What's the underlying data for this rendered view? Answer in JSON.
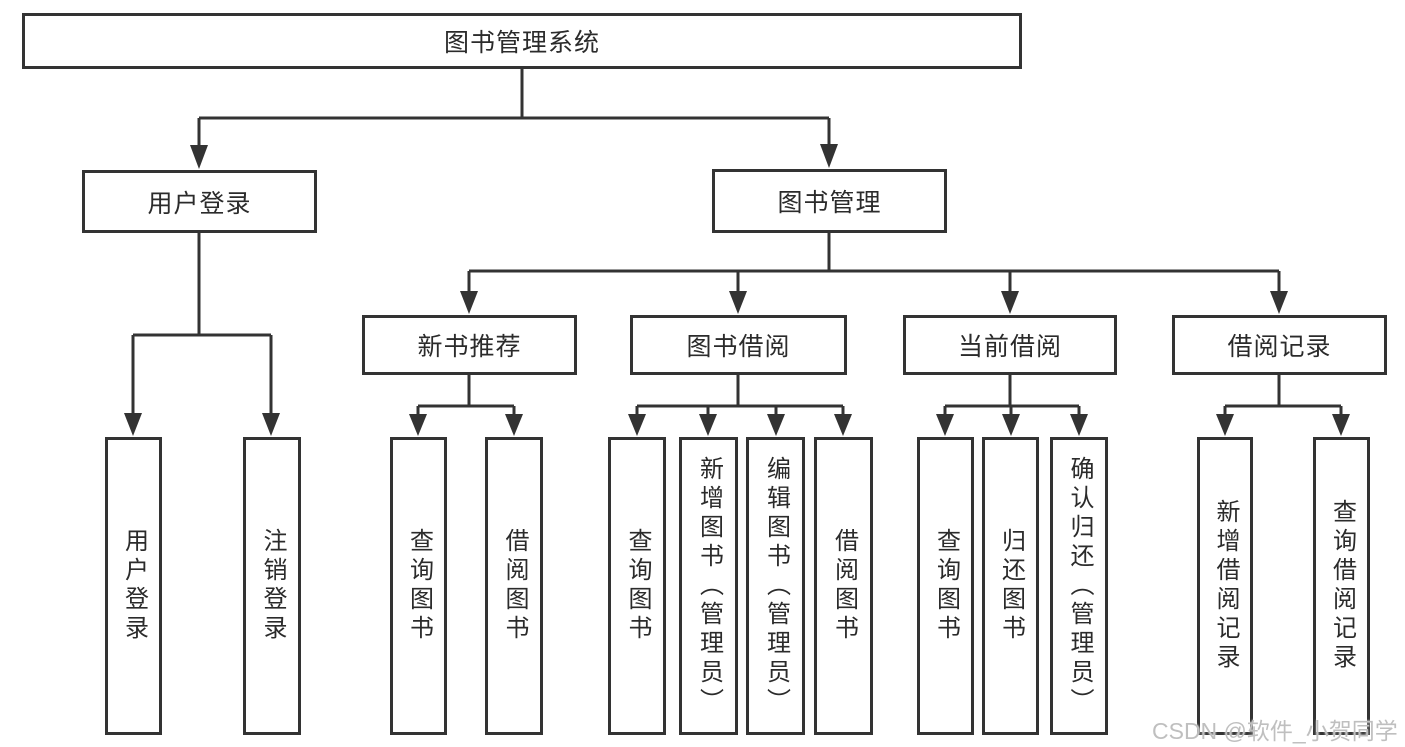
{
  "title": "图书管理系统",
  "tree": {
    "root": "图书管理系统",
    "login": {
      "label": "用户登录",
      "children": [
        "用户登录",
        "注销登录"
      ]
    },
    "mgmt": {
      "label": "图书管理",
      "children": [
        {
          "label": "新书推荐",
          "children": [
            "查询图书",
            "借阅图书"
          ]
        },
        {
          "label": "图书借阅",
          "children": [
            "查询图书",
            "新增图书（管理员）",
            "编辑图书（管理员）",
            "借阅图书"
          ]
        },
        {
          "label": "当前借阅",
          "children": [
            "查询图书",
            "归还图书",
            "确认归还（管理员）"
          ]
        },
        {
          "label": "借阅记录",
          "children": [
            "新增借阅记录",
            "查询借阅记录"
          ]
        }
      ]
    }
  },
  "watermark": "CSDN @软件_小贺同学",
  "colors": {
    "line": "#333333",
    "text": "#2b2b2b",
    "background": "#ffffff",
    "watermark": "#bfbfbf"
  }
}
